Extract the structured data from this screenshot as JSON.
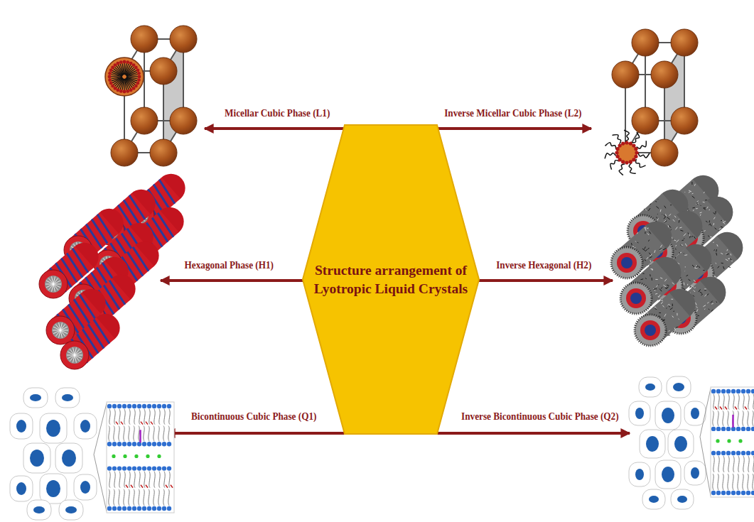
{
  "diagram": {
    "nodes": [
      {
        "text": [
          "Structure arrangement of Lyotropic Liquid Crystals"
        ]
      }
    ],
    "labels": [
      "Micellar Cubic Phase (L1)",
      "Inverse Micellar Cubic Phase (L2)",
      "Hexagonal Phase (H1)",
      "Inverse Hexagonal (H2)",
      "Bicontinuous Cubic Phase (Q1)",
      "Inverse Bicontinuous Cubic Phase (Q2)"
    ]
  }
}
